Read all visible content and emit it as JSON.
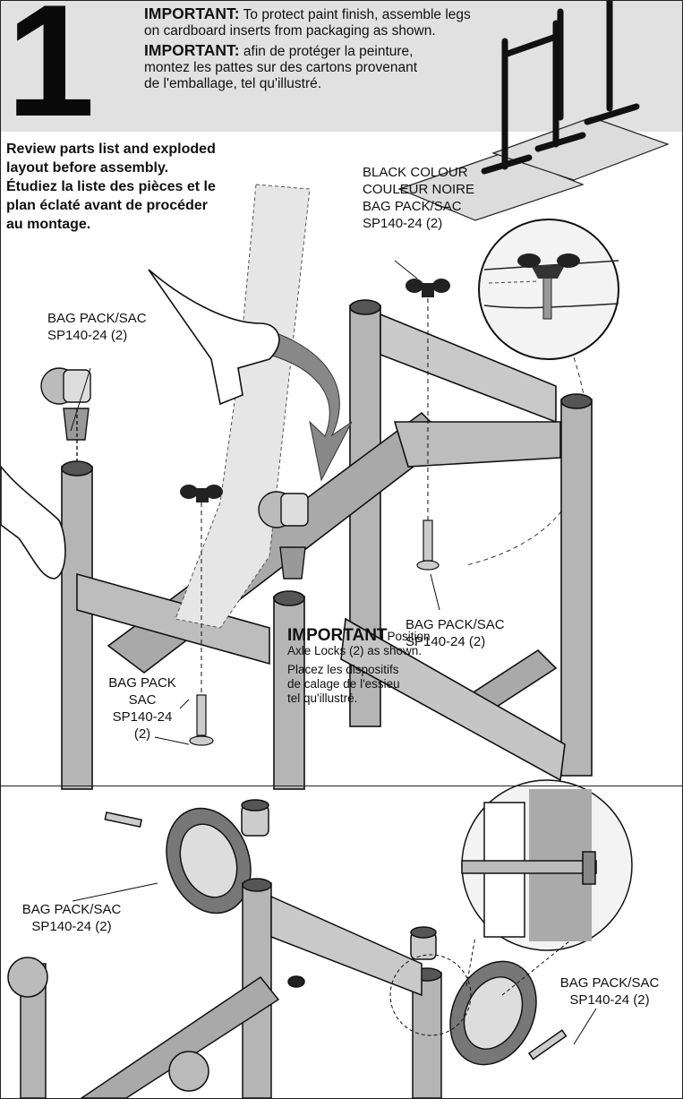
{
  "step": {
    "number": "1"
  },
  "notices": {
    "en_prefix": "IMPORTANT:",
    "en_line1": " To protect paint finish, assemble legs",
    "en_line2": "on cardboard inserts from packaging as shown.",
    "fr_prefix": "IMPORTANT:",
    "fr_line1": " afin de protéger la peinture,",
    "fr_line2": "montez les pattes sur des cartons provenant",
    "fr_line3": "de l'emballage, tel qu'illustré."
  },
  "review": {
    "en_line1": "Review parts list and exploded",
    "en_line2": "layout before assembly.",
    "fr_line1": "Étudiez la liste des pièces et le",
    "fr_line2": "plan éclaté avant de procéder",
    "fr_line3": "au montage."
  },
  "callouts": {
    "wingnut_top": [
      "BLACK COLOUR",
      "COULEUR NOIRE",
      "BAG PACK/SAC",
      "SP140-24 (2)"
    ],
    "caster_left": [
      "BAG PACK/SAC",
      "SP140-24 (2)"
    ],
    "bolt_right": [
      "BAG PACK/SAC",
      "SP140-24 (2)"
    ],
    "bolt_center": [
      "BAG PACK",
      "SAC",
      "SP140-24",
      "(2)"
    ],
    "wheel_left": [
      "BAG PACK/SAC",
      "SP140-24 (2)"
    ],
    "wheel_right": [
      "BAG PACK/SAC",
      "SP140-24 (2)"
    ]
  },
  "axle_notice": {
    "title": "IMPORTANT",
    "title_suffix": "Position",
    "line1": "Axle Locks (2) as shown.",
    "fr_line1": "Placez les dispositifs",
    "fr_line2": "de calage de l'essieu",
    "fr_line3": "tel qu'illustré."
  },
  "colors": {
    "header_band": "#e1e1e1",
    "metal": "#b5b5b5",
    "metal_dark": "#8c8c8c",
    "ink": "#111111"
  }
}
